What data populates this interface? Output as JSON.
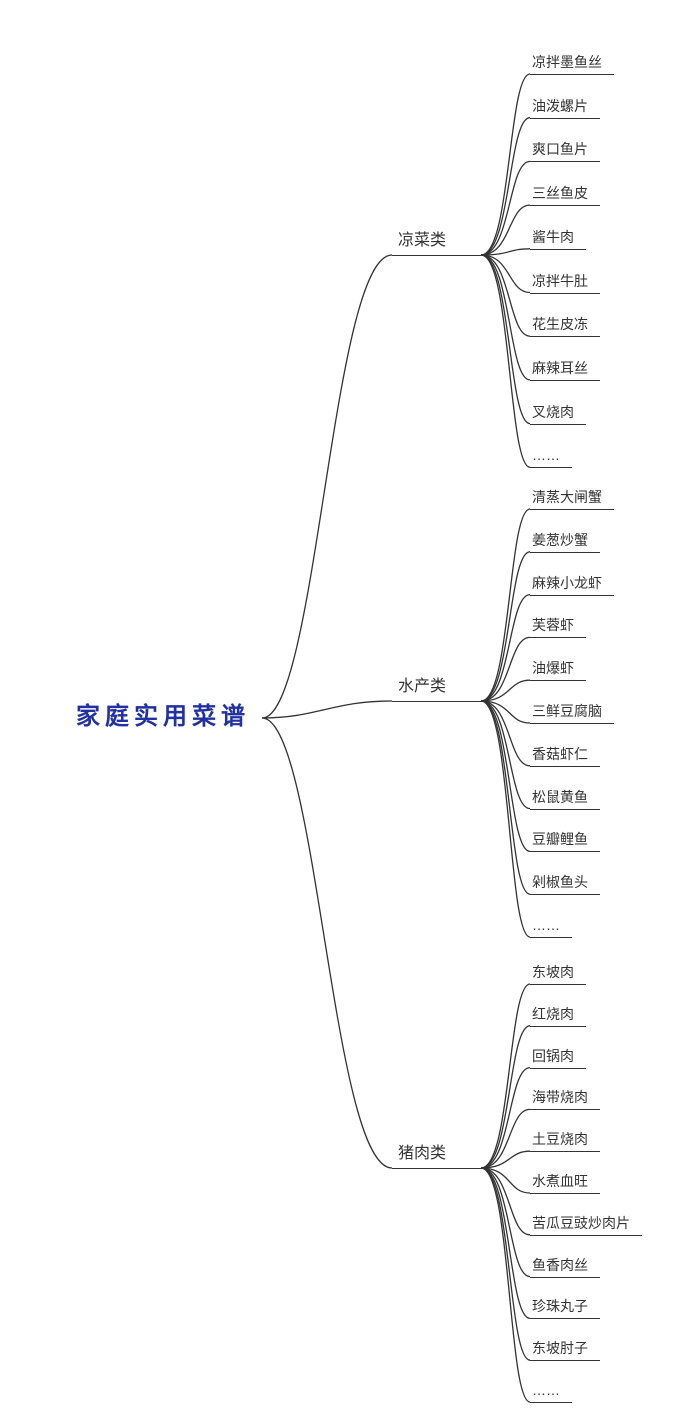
{
  "mindmap": {
    "root": "家庭实用菜谱",
    "root_color": "#2130a3",
    "line_color": "#333333",
    "text_color": "#333333",
    "branches": [
      {
        "label": "凉菜类",
        "items": [
          "凉拌墨鱼丝",
          "油泼螺片",
          "爽口鱼片",
          "三丝鱼皮",
          "酱牛肉",
          "凉拌牛肚",
          "花生皮冻",
          "麻辣耳丝",
          "叉烧肉",
          "……"
        ]
      },
      {
        "label": "水产类",
        "items": [
          "清蒸大闸蟹",
          "姜葱炒蟹",
          "麻辣小龙虾",
          "芙蓉虾",
          "油爆虾",
          "三鲜豆腐脑",
          "香菇虾仁",
          "松鼠黄鱼",
          "豆瓣鲤鱼",
          "剁椒鱼头",
          "……"
        ]
      },
      {
        "label": "猪肉类",
        "items": [
          "东坡肉",
          "红烧肉",
          "回锅肉",
          "海带烧肉",
          "土豆烧肉",
          "水煮血旺",
          "苦瓜豆豉炒肉片",
          "鱼香肉丝",
          "珍珠丸子",
          "东坡肘子",
          "……"
        ]
      }
    ]
  }
}
